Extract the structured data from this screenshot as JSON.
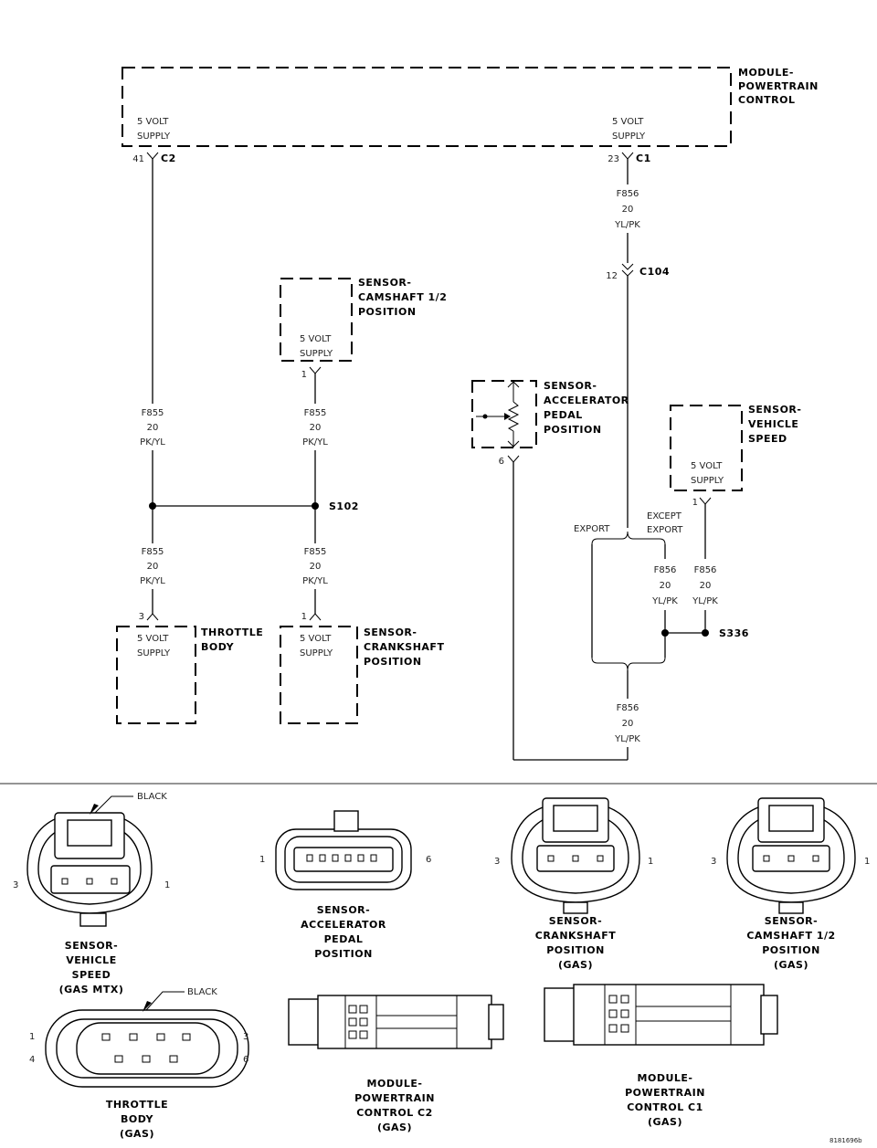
{
  "pcm": {
    "name_l1": "MODULE-",
    "name_l2": "POWERTRAIN",
    "name_l3": "CONTROL",
    "left_supply_l1": "5 VOLT",
    "left_supply_l2": "SUPPLY",
    "right_supply_l1": "5 VOLT",
    "right_supply_l2": "SUPPLY",
    "left_pin": "41",
    "left_conn": "C2",
    "right_pin": "23",
    "right_conn": "C1"
  },
  "wires": {
    "f856_top": {
      "circuit": "F856",
      "gauge": "20",
      "color": "YL/PK"
    },
    "f855_left": {
      "circuit": "F855",
      "gauge": "20",
      "color": "PK/YL"
    },
    "f855_cam": {
      "circuit": "F855",
      "gauge": "20",
      "color": "PK/YL"
    },
    "f855_tb": {
      "circuit": "F855",
      "gauge": "20",
      "color": "PK/YL"
    },
    "f855_crank": {
      "circuit": "F855",
      "gauge": "20",
      "color": "PK/YL"
    },
    "f856_except": {
      "circuit": "F856",
      "gauge": "20",
      "color": "YL/PK"
    },
    "f856_vss": {
      "circuit": "F856",
      "gauge": "20",
      "color": "YL/PK"
    },
    "f856_bottom": {
      "circuit": "F856",
      "gauge": "20",
      "color": "YL/PK"
    }
  },
  "c104": {
    "pin": "12",
    "name": "C104"
  },
  "splices": {
    "s102": "S102",
    "s336": "S336"
  },
  "options": {
    "export": "EXPORT",
    "except_l1": "EXCEPT",
    "except_l2": "EXPORT"
  },
  "cam_sensor": {
    "l1": "SENSOR-",
    "l2": "CAMSHAFT 1/2",
    "l3": "POSITION",
    "supply_l1": "5 VOLT",
    "supply_l2": "SUPPLY",
    "pin": "1"
  },
  "app_sensor": {
    "l1": "SENSOR-",
    "l2": "ACCELERATOR",
    "l3": "PEDAL",
    "l4": "POSITION",
    "pin": "6"
  },
  "vss_sensor": {
    "l1": "SENSOR-",
    "l2": "VEHICLE",
    "l3": "SPEED",
    "supply_l1": "5 VOLT",
    "supply_l2": "SUPPLY",
    "pin": "1"
  },
  "throttle_body": {
    "l1": "THROTTLE",
    "l2": "BODY",
    "supply_l1": "5 VOLT",
    "supply_l2": "SUPPLY",
    "pin": "3"
  },
  "crank_sensor": {
    "l1": "SENSOR-",
    "l2": "CRANKSHAFT",
    "l3": "POSITION",
    "supply_l1": "5 VOLT",
    "supply_l2": "SUPPLY",
    "pin": "1"
  },
  "connectors": {
    "vss": {
      "callout": "BLACK",
      "pin_left": "3",
      "pin_right": "1",
      "l1": "SENSOR-",
      "l2": "VEHICLE",
      "l3": "SPEED",
      "l4": "(GAS MTX)"
    },
    "app": {
      "pin_left": "1",
      "pin_right": "6",
      "l1": "SENSOR-",
      "l2": "ACCELERATOR",
      "l3": "PEDAL",
      "l4": "POSITION"
    },
    "crank": {
      "pin_left": "3",
      "pin_right": "1",
      "l1": "SENSOR-",
      "l2": "CRANKSHAFT",
      "l3": "POSITION",
      "l4": "(GAS)"
    },
    "cam": {
      "pin_left": "3",
      "pin_right": "1",
      "l1": "SENSOR-",
      "l2": "CAMSHAFT 1/2",
      "l3": "POSITION",
      "l4": "(GAS)"
    },
    "tb": {
      "callout": "BLACK",
      "pin_tl": "1",
      "pin_bl": "4",
      "pin_tr": "3",
      "pin_br": "6",
      "l1": "THROTTLE",
      "l2": "BODY",
      "l3": "(GAS)"
    },
    "pcm_c2": {
      "l1": "MODULE-",
      "l2": "POWERTRAIN",
      "l3": "CONTROL C2",
      "l4": "(GAS)"
    },
    "pcm_c1": {
      "l1": "MODULE-",
      "l2": "POWERTRAIN",
      "l3": "CONTROL C1",
      "l4": "(GAS)"
    }
  },
  "figure_id": "8181696b"
}
